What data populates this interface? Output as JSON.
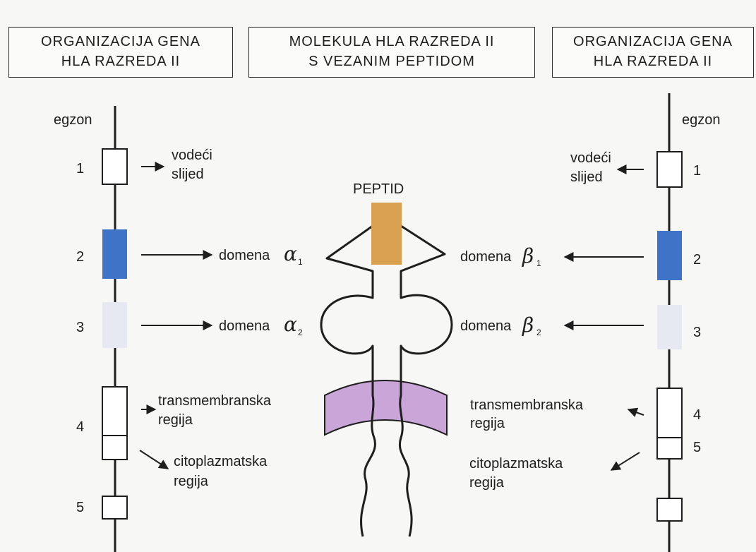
{
  "headers": {
    "left": [
      "ORGANIZACIJA GENA",
      "HLA RAZREDA   II"
    ],
    "center": [
      "MOLEKULA HLA RAZREDA   II",
      "S VEZANIM PEPTIDOM"
    ],
    "right": [
      "ORGANIZACIJA GENA",
      "HLA RAZREDA   II"
    ]
  },
  "left_gene": {
    "egzon_label": "egzon",
    "exons": [
      "1",
      "2",
      "3",
      "4",
      "5"
    ],
    "labels": {
      "leader": [
        "vodeći",
        "slijed"
      ],
      "domain1": "domena",
      "domain1_symbol": "α",
      "domain1_sub": "1",
      "domain2": "domena",
      "domain2_symbol": "α",
      "domain2_sub": "2",
      "transmembrane": [
        "transmembranska",
        "regija"
      ],
      "cytoplasmic": [
        "citoplazmatska",
        "regija"
      ]
    }
  },
  "right_gene": {
    "egzon_label": "egzon",
    "exons": [
      "1",
      "2",
      "3",
      "4",
      "5"
    ],
    "labels": {
      "leader": [
        "vodeći",
        "slijed"
      ],
      "domain1": "domena",
      "domain1_symbol": "β",
      "domain1_sub": "1",
      "domain2": "domena",
      "domain2_symbol": "β",
      "domain2_sub": "2",
      "transmembrane": [
        "transmembranska",
        "regija"
      ],
      "cytoplasmic": [
        "citoplazmatska",
        "regija"
      ]
    }
  },
  "molecule": {
    "peptide_label": "PEPTID"
  },
  "colors": {
    "exon2": "#3f73c8",
    "exon3": "#e6e9f2",
    "peptide": "#d9a04f",
    "membrane": "#c9a5d8",
    "line": "#1e1e1e"
  }
}
